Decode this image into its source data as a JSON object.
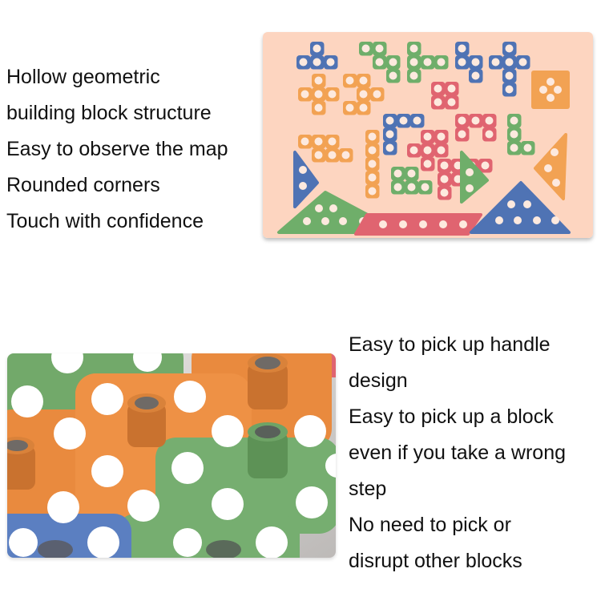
{
  "top_section": {
    "lines": [
      "Hollow geometric",
      "building block structure",
      "Easy to observe the map",
      "Rounded corners",
      "Touch with confidence"
    ]
  },
  "bottom_section": {
    "lines": [
      "Easy to pick up handle",
      "design",
      "Easy to pick up a block",
      "even if you take a wrong",
      "step",
      "No need to pick or",
      "disrupt other blocks"
    ]
  },
  "colors": {
    "board": "#fdd5c0",
    "blue": "#4f73b4",
    "green": "#6fae6a",
    "orange": "#f2a253",
    "red": "#e06470",
    "hole": "#fde9de"
  },
  "images": {
    "board_image": "puzzle board top view with colored tetromino and triangle pieces",
    "closeup_image": "close-up of orange, green and blue hollow blocks with handle pegs"
  }
}
